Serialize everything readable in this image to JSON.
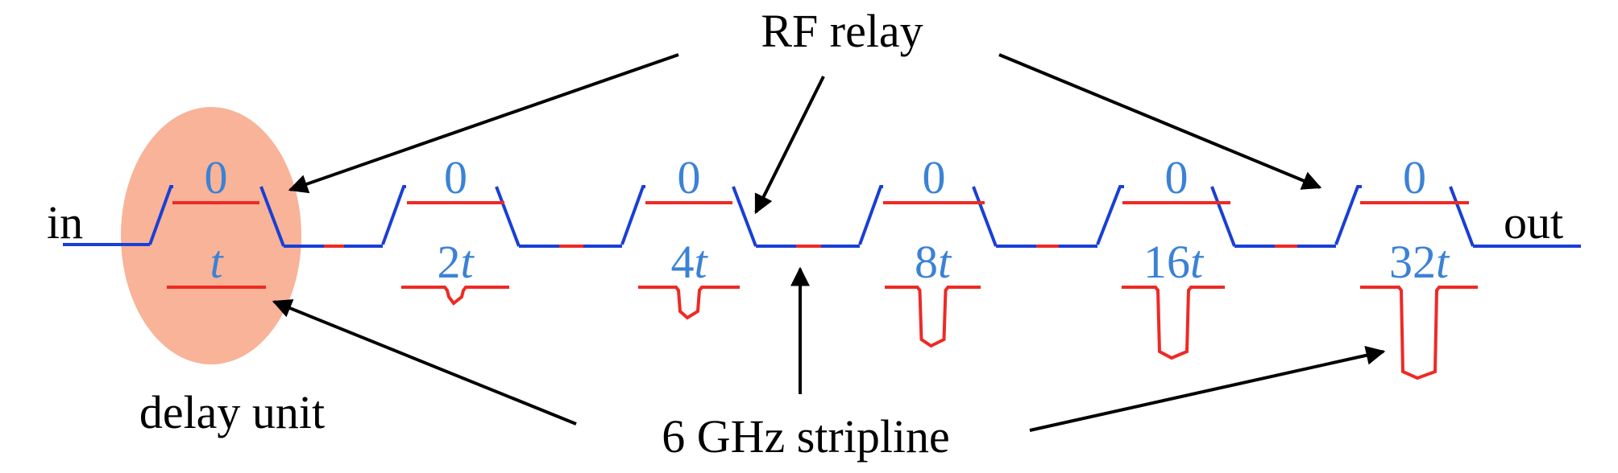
{
  "labels": {
    "rf_relay": "RF relay",
    "stripline": "6 GHz stripline",
    "delay_unit": "delay unit",
    "in": "in",
    "out": "out"
  },
  "stages": [
    {
      "zero_label": "0",
      "delay_label": "t"
    },
    {
      "zero_label": "0",
      "delay_label": "2t"
    },
    {
      "zero_label": "0",
      "delay_label": "4t"
    },
    {
      "zero_label": "0",
      "delay_label": "8t"
    },
    {
      "zero_label": "0",
      "delay_label": "16t"
    },
    {
      "zero_label": "0",
      "delay_label": "32t"
    }
  ],
  "colors": {
    "relay_line": "#1a3fd6",
    "stripline": "#ee2a24",
    "label_blue": "#3b82d6",
    "delay_unit_fill": "#f8b398",
    "arrow": "#000000"
  }
}
